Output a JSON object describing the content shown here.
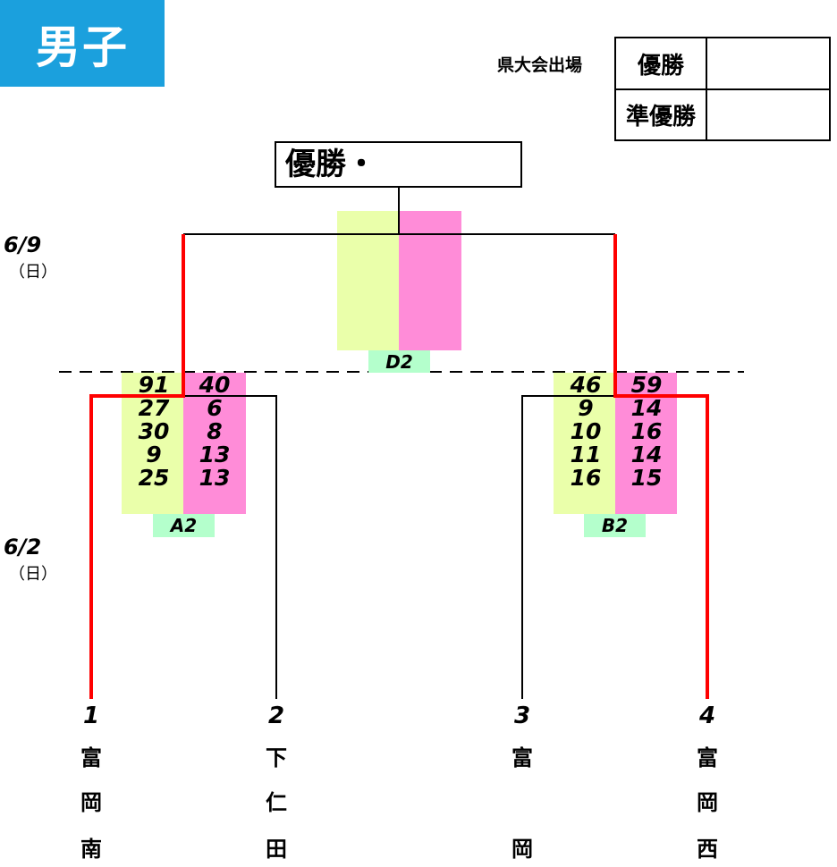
{
  "header": {
    "title": "男子"
  },
  "qualification": {
    "label": "県大会出場",
    "rows": [
      {
        "label": "優勝",
        "value": ""
      },
      {
        "label": "準優勝",
        "value": ""
      }
    ]
  },
  "final": {
    "champion_label": "優勝・"
  },
  "dates": [
    {
      "date": "6/9",
      "day": "（日）"
    },
    {
      "date": "6/2",
      "day": "（日）"
    }
  ],
  "matches": {
    "D2": {
      "tag": "D2"
    },
    "A2": {
      "tag": "A2",
      "left_scores": [
        "91",
        "27",
        "30",
        "9",
        "25"
      ],
      "right_scores": [
        "40",
        "6",
        "8",
        "13",
        "13"
      ]
    },
    "B2": {
      "tag": "B2",
      "left_scores": [
        "46",
        "9",
        "10",
        "11",
        "16"
      ],
      "right_scores": [
        "59",
        "14",
        "16",
        "14",
        "15"
      ]
    }
  },
  "teams": [
    {
      "number": "1",
      "name": [
        "富",
        "岡",
        "南"
      ]
    },
    {
      "number": "2",
      "name": [
        "下",
        "仁",
        "田"
      ]
    },
    {
      "number": "3",
      "name": [
        "富",
        "",
        "岡"
      ]
    },
    {
      "number": "4",
      "name": [
        "富",
        "岡",
        "西"
      ]
    }
  ],
  "colors": {
    "winner_line": "#ff0000",
    "left_score_bg": "#eaffaa",
    "right_score_bg": "#ff8cd8",
    "tag_bg": "#b4ffcc",
    "title_bg": "#1ba0dd"
  }
}
